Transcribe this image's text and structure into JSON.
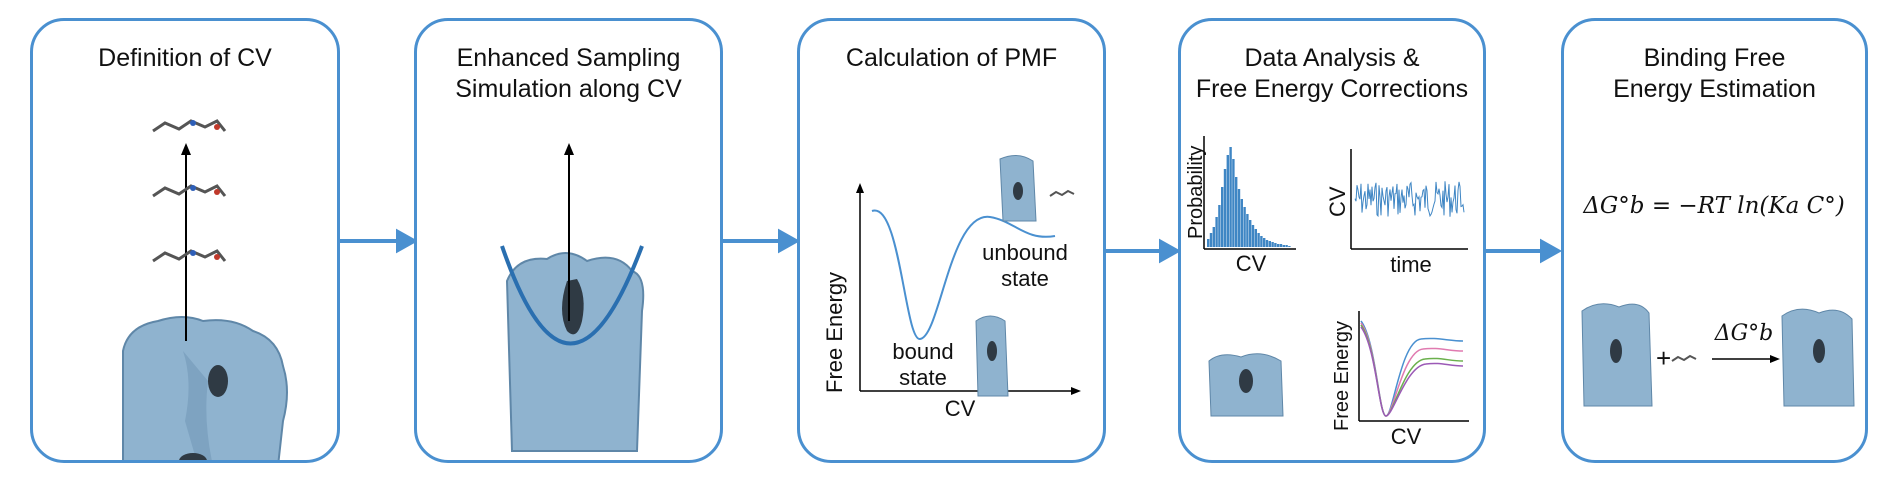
{
  "panels": [
    {
      "title": "Definition of CV"
    },
    {
      "title": "Enhanced Sampling\nSimulation along CV"
    },
    {
      "title": "Calculation of PMF"
    },
    {
      "title": "Data Analysis &\nFree Energy Corrections"
    },
    {
      "title": "Binding Free\nEnergy Estimation"
    }
  ],
  "pmf": {
    "ylabel": "Free Energy",
    "xlabel": "CV",
    "bound_label": "bound\nstate",
    "unbound_label": "unbound\nstate"
  },
  "analysis": {
    "hist_ylabel": "Probability",
    "hist_xlabel": "CV",
    "trace_ylabel": "CV",
    "trace_xlabel": "time",
    "fe_ylabel": "Free Energy",
    "fe_xlabel": "CV"
  },
  "binding": {
    "equation": "ΔG°b = −RT ln(Ka C°)",
    "plus": "+",
    "arrow_label": "ΔG°b"
  },
  "colors": {
    "border": "#4a90d0",
    "protein": "#8fb3cf",
    "protein_dark": "#3a4a58",
    "curve": "#4a90d0",
    "hist": "#3f86c4"
  }
}
